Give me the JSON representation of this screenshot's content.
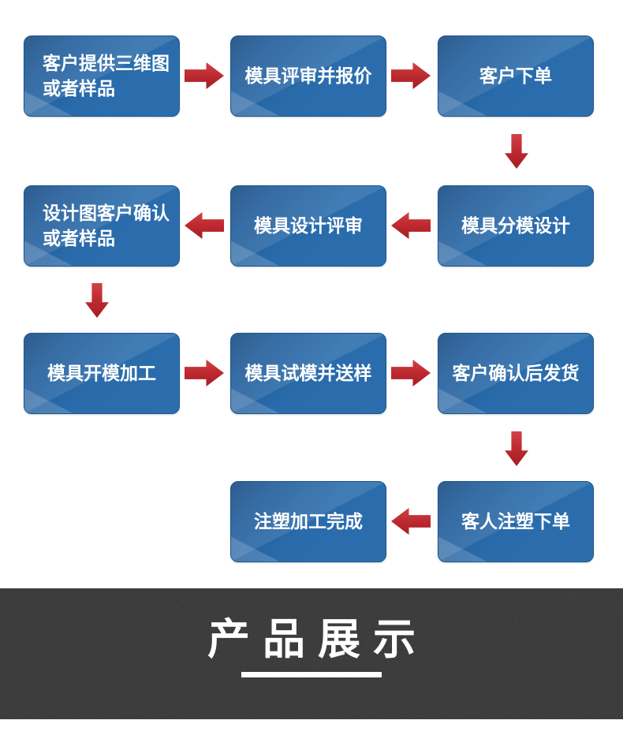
{
  "page": {
    "background": "#ffffff"
  },
  "flowchart": {
    "box_color_base": "#2a6cab",
    "box_color_dark": "#15497f",
    "box_border_color": "#1b568f",
    "box_text_color": "#ffffff",
    "arrow_color": "#bf2b31",
    "boxes": [
      {
        "label": "客户提供三维图\n或者样品"
      },
      {
        "label": "模具评审并报价"
      },
      {
        "label": "客户下单"
      },
      {
        "label": "设计图客户确认\n或者样品"
      },
      {
        "label": "模具设计评审"
      },
      {
        "label": "模具分模设计"
      },
      {
        "label": "模具开模加工"
      },
      {
        "label": "模具试模并送样"
      },
      {
        "label": "客户确认后发货"
      },
      {
        "label": "注塑加工完成"
      },
      {
        "label": "客人注塑下单"
      }
    ],
    "arrows": [
      {
        "from": 0,
        "to": 1,
        "direction": "right"
      },
      {
        "from": 1,
        "to": 2,
        "direction": "right"
      },
      {
        "from": 2,
        "to": 5,
        "direction": "down"
      },
      {
        "from": 5,
        "to": 4,
        "direction": "left"
      },
      {
        "from": 4,
        "to": 3,
        "direction": "left"
      },
      {
        "from": 3,
        "to": 6,
        "direction": "down"
      },
      {
        "from": 6,
        "to": 7,
        "direction": "right"
      },
      {
        "from": 7,
        "to": 8,
        "direction": "right"
      },
      {
        "from": 8,
        "to": 10,
        "direction": "down"
      },
      {
        "from": 10,
        "to": 9,
        "direction": "left"
      }
    ]
  },
  "banner": {
    "title": "产品展示",
    "background": "#323232",
    "text_color": "#ffffff"
  }
}
